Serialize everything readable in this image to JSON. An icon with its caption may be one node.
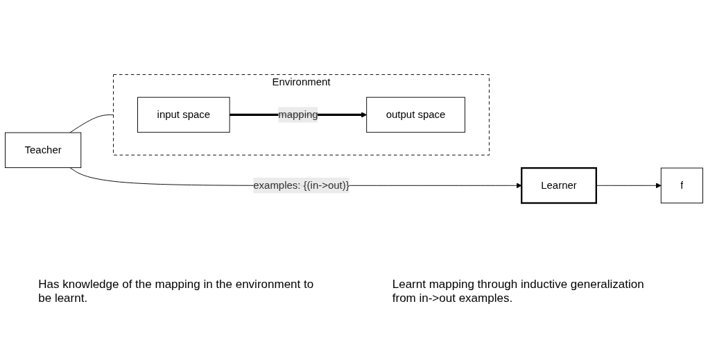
{
  "diagram": {
    "nodes": [
      {
        "text": [
          "Teacher"
        ]
      },
      {
        "text": [
          "Learner"
        ]
      },
      {
        "text": [
          "f"
        ]
      },
      {
        "text": [
          "Environment"
        ]
      },
      {
        "text": [
          "input space"
        ],
        "in": 3
      },
      {
        "text": [
          "output space"
        ],
        "in": 3
      }
    ],
    "edges": [
      {
        "from": 0,
        "to": 1,
        "arrow": "to",
        "label": "examples: {(in->out)}"
      },
      {
        "from": 1,
        "to": 2,
        "arrow": "to"
      },
      {
        "from": 0,
        "to": 3,
        "arrow": "none"
      },
      {
        "from": 4,
        "to": 5,
        "arrow": "to",
        "label": "mapping",
        "style": "thick"
      }
    ],
    "labels": [
      "Has knowledge of the mapping in the environment to be learnt.",
      "Learnt mapping through inductive generalization from in->out examples."
    ]
  }
}
